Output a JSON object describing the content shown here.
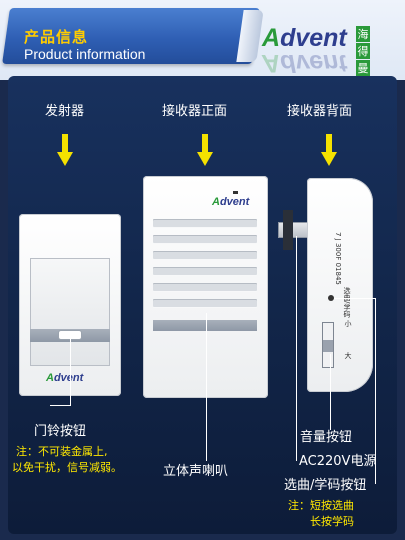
{
  "header": {
    "title_cn": "产品信息",
    "title_en": "Product information",
    "brand_a": "A",
    "brand_rest": "dvent",
    "brand_cn": [
      "海",
      "得",
      "曼"
    ]
  },
  "columns": {
    "transmitter": "发射器",
    "receiver_front": "接收器正面",
    "receiver_back": "接收器背面"
  },
  "device_logo": {
    "a": "A",
    "rest": "dvent"
  },
  "back_panel": {
    "model_text": "7 J 300F 01845",
    "select_label": "选曲/学码",
    "volume_small": "小",
    "volume_large": "大"
  },
  "callouts": {
    "doorbell_button": "门铃按钮",
    "doorbell_note_1": "注：不可装金属上,",
    "doorbell_note_2": "以免干扰，信号减弱。",
    "speaker": "立体声喇叭",
    "volume_button": "音量按钮",
    "power": "AC220V电源",
    "select_button": "选曲/学码按钮",
    "select_note_1": "注：短按选曲",
    "select_note_2": "长按学码"
  },
  "colors": {
    "accent_yellow": "#f5e200",
    "note_yellow": "#ffe800",
    "banner_blue": "#2f5fb4",
    "background_navy": "#12264a",
    "brand_green": "#2a9a3a"
  }
}
